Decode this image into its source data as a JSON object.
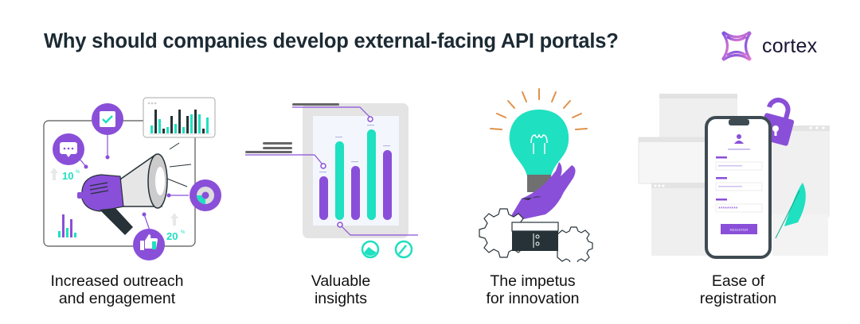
{
  "header": {
    "title": "Why should companies develop external-facing API portals?"
  },
  "brand": {
    "name": "cortex",
    "logo_icon": "cortex-logo-icon"
  },
  "colors": {
    "purple": "#8a4fd8",
    "teal": "#1fe0c0",
    "dark": "#263238",
    "orange": "#e0914a",
    "gray": "#e6e6e6",
    "title": "#1c2a33"
  },
  "panels": [
    {
      "caption_line1": "Increased outreach",
      "caption_line2": "and engagement",
      "illustration": "megaphone-marketing",
      "stats": [
        "10",
        "20"
      ]
    },
    {
      "caption_line1": "Valuable",
      "caption_line2": "insights",
      "illustration": "tablet-bar-chart"
    },
    {
      "caption_line1": "The impetus",
      "caption_line2": "for innovation",
      "illustration": "hand-lightbulb-gears"
    },
    {
      "caption_line1": "Ease of",
      "caption_line2": "registration",
      "illustration": "phone-registration-form",
      "form": {
        "password_mask": "*********",
        "button_label": "REGISTER"
      }
    }
  ]
}
